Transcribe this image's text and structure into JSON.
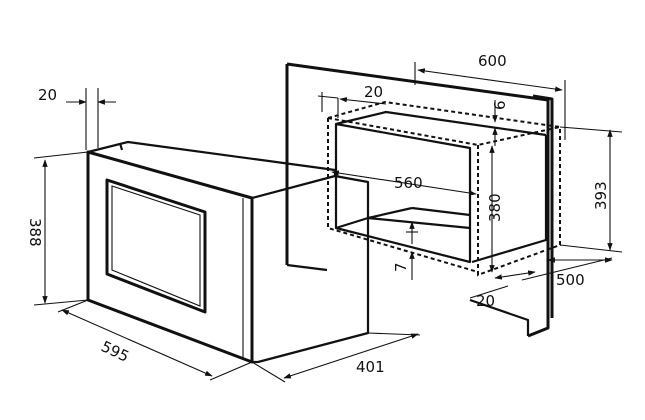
{
  "dimensions": {
    "appliance_depth_reveal": "20",
    "appliance_height": "388",
    "appliance_width": "595",
    "appliance_depth": "401",
    "cabinet_width": "600",
    "niche_offset": "20",
    "niche_top_gap": "6",
    "niche_width": "560",
    "niche_height": "380",
    "cabinet_height": "393",
    "niche_bottom_gap": "7",
    "niche_front_offset": "20",
    "cabinet_depth": "500"
  }
}
